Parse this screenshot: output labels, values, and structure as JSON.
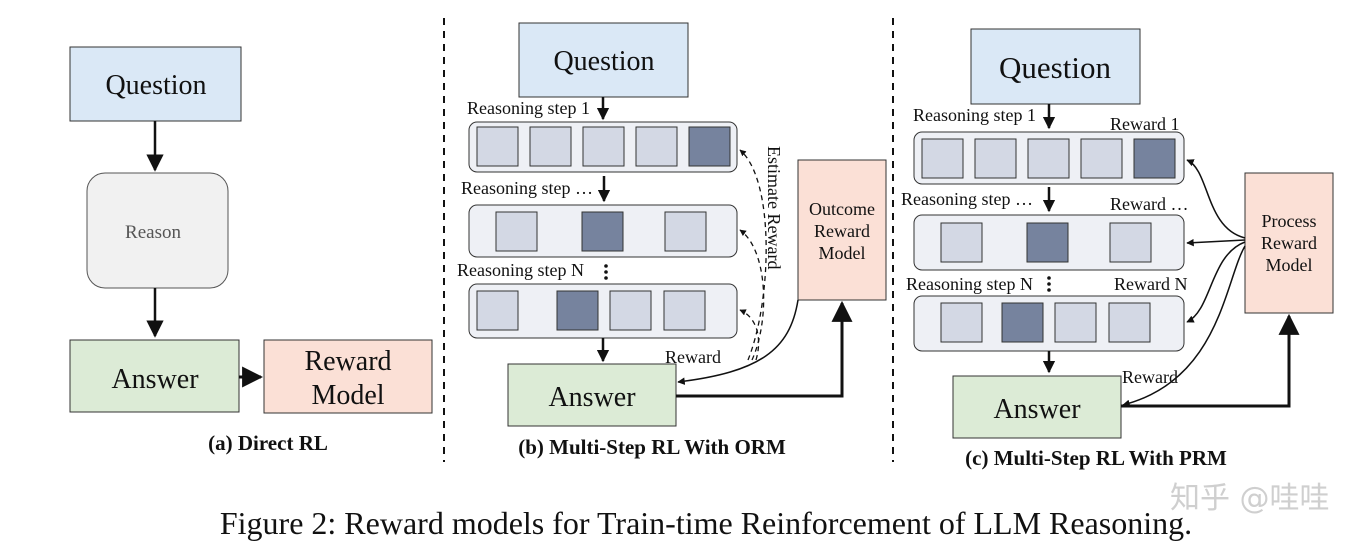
{
  "panel_a": {
    "question": "Question",
    "reason": "Reason",
    "answer": "Answer",
    "reward_model": [
      "Reward",
      "Model"
    ],
    "caption": "(a) Direct RL"
  },
  "panel_b": {
    "question": "Question",
    "step_1": "Reasoning step 1",
    "step_mid": "Reasoning step …",
    "step_n": "Reasoning step N",
    "estimate_reward": "Estimate Reward",
    "outcome_reward_model": [
      "Outcome",
      "Reward",
      "Model"
    ],
    "reward": "Reward",
    "answer": "Answer",
    "caption": "(b) Multi-Step RL With ORM"
  },
  "panel_c": {
    "question": "Question",
    "step_1": "Reasoning step 1",
    "step_mid": "Reasoning step …",
    "step_n": "Reasoning step N",
    "reward_1": "Reward 1",
    "reward_mid": "Reward …",
    "reward_n": "Reward N",
    "process_reward_model": [
      "Process",
      "Reward",
      "Model"
    ],
    "reward": "Reward",
    "answer": "Answer",
    "caption": "(c) Multi-Step RL With PRM"
  },
  "figure_caption": "Figure 2: Reward models for Train-time Reinforcement of LLM Reasoning.",
  "watermark": "知乎 @哇哇",
  "colors": {
    "question_fill": "#dae8f6",
    "reason_fill": "#f1f1f1",
    "answer_fill": "#dcebd6",
    "reward_fill": "#fbe0d6",
    "row_fill": "#eef0f5",
    "cell_light": "#d3d8e4",
    "cell_dark": "#76839e"
  }
}
